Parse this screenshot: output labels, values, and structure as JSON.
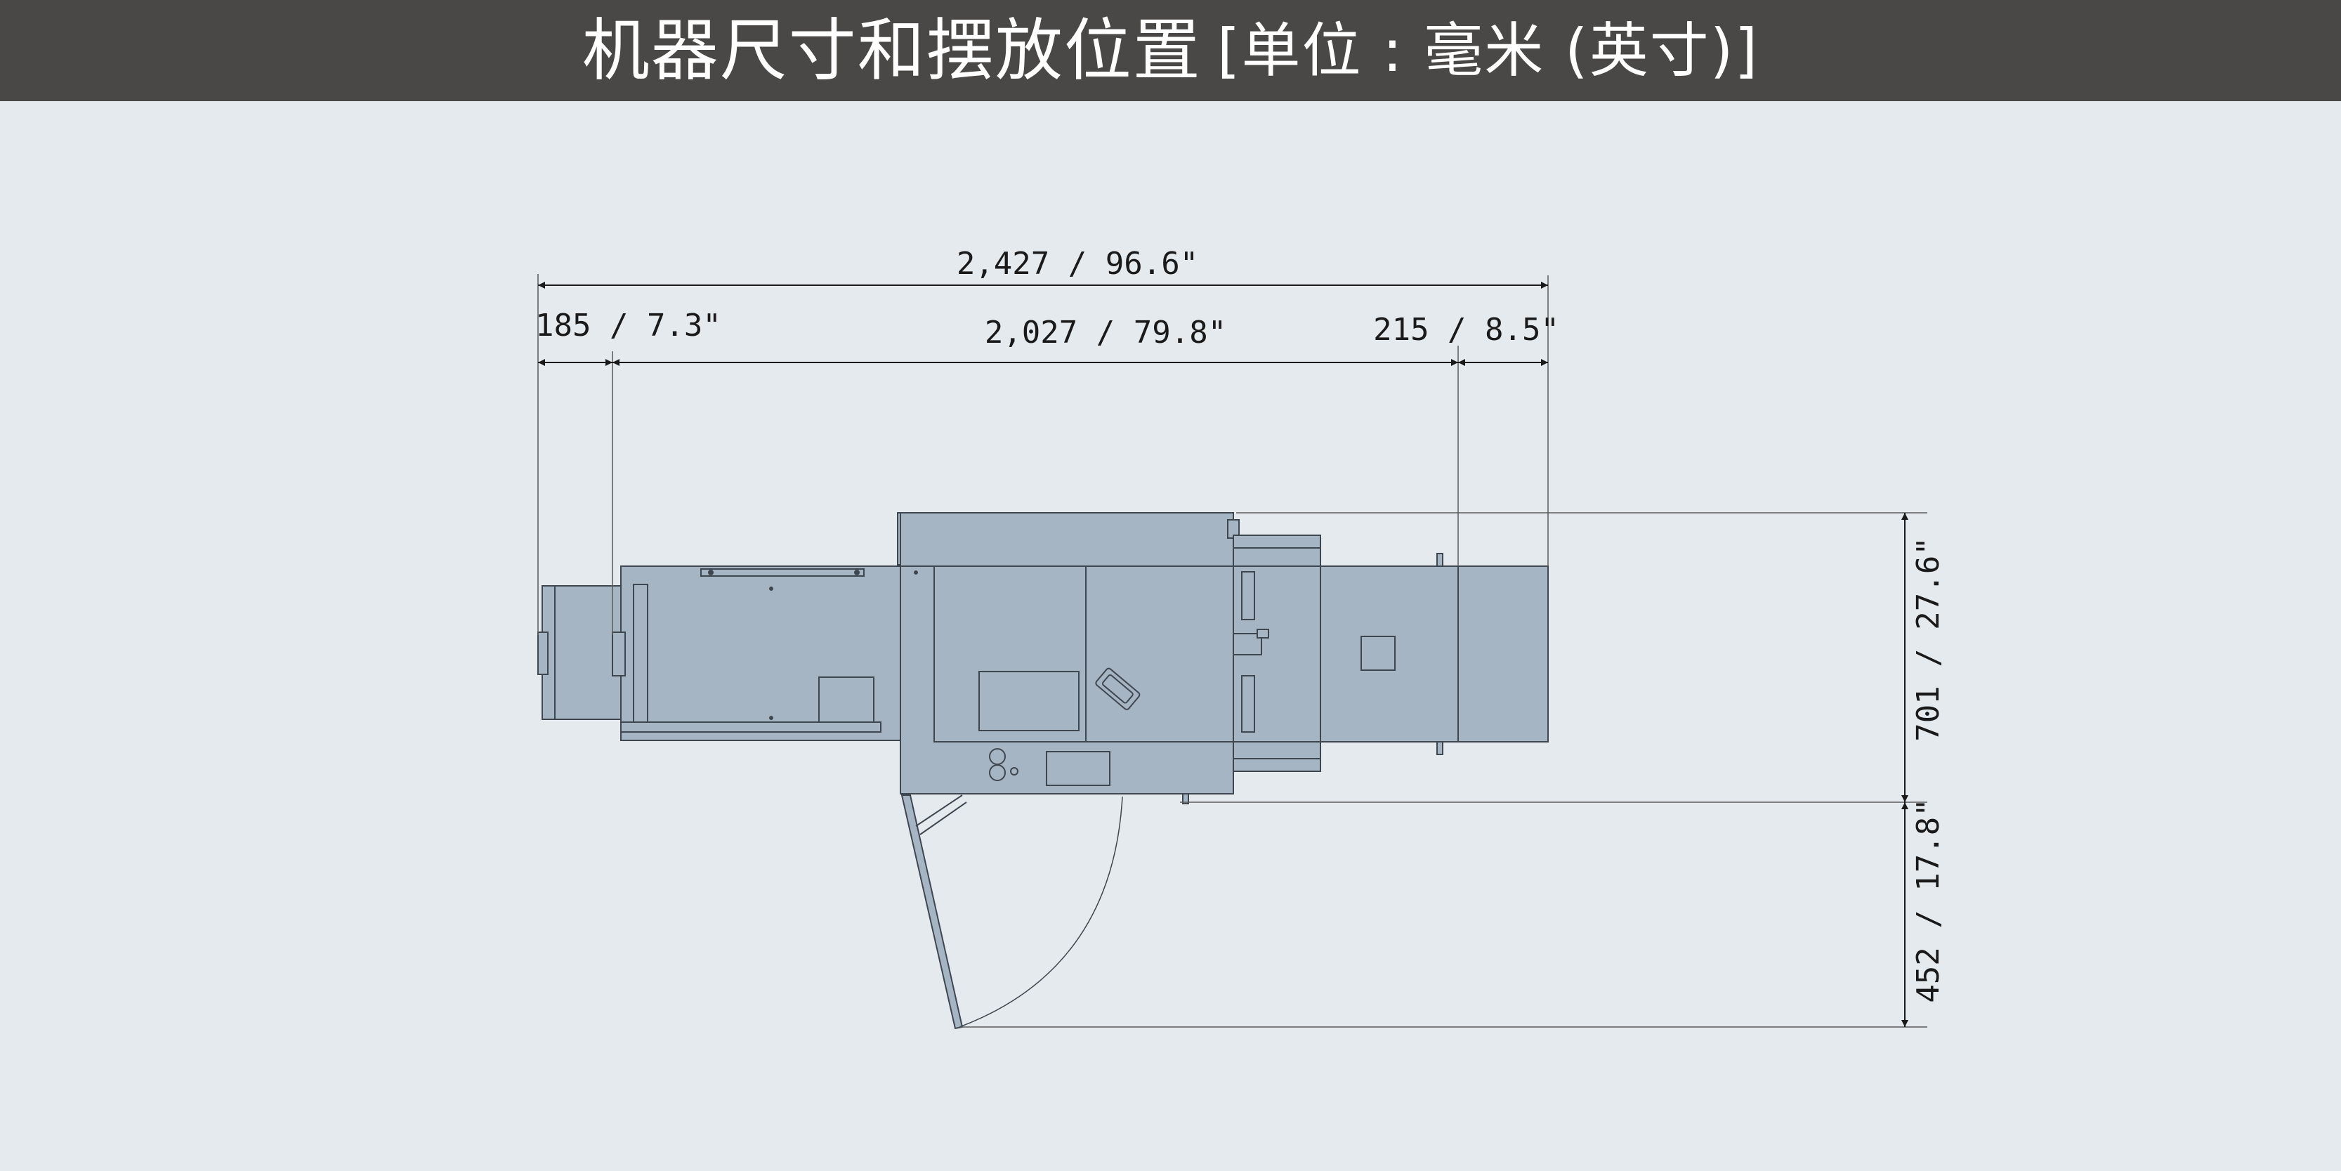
{
  "header": {
    "title": "机器尺寸和摆放位置",
    "unit_label": "[单位 : 毫米 (英寸)]"
  },
  "dimensions": {
    "overall_length": "2,427 / 96.6\"",
    "left_offset": "185 / 7.3\"",
    "main_length": "2,027 / 79.8\"",
    "right_offset": "215 / 8.5\"",
    "depth": "701 / 27.6\"",
    "door_clearance": "452 / 17.8\""
  },
  "colors": {
    "header_bg": "#4a4846",
    "background": "#e4eaee",
    "machine_fill": "#a6b5c4",
    "machine_stroke": "#3e4650",
    "dimension_line": "#1a1a1a"
  }
}
